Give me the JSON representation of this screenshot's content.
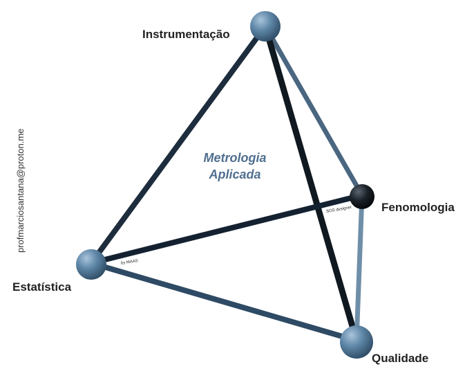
{
  "diagram": {
    "center_title_line1": "Metrologia",
    "center_title_line2": "Aplicada",
    "vertices": {
      "top": "Instrumentação",
      "right": "Fenomologia",
      "left": "Estatística",
      "bottom": "Qualidade"
    },
    "side_text": "profmarciosantana@proton.me",
    "small_marks": [
      "SOS designer",
      "by MAAS"
    ]
  },
  "colors": {
    "rod": "#1e2d3d",
    "sphere": "#5f87a8",
    "sphere_dark": "#101418",
    "title": "#4f6f8f"
  }
}
